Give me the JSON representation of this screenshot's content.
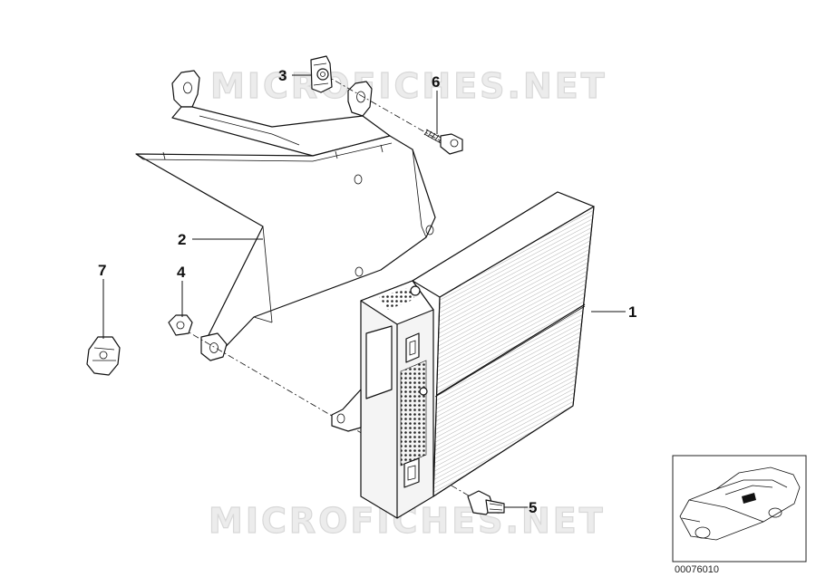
{
  "watermark": {
    "top": "MICROFICHES.NET",
    "bottom": "MICROFICHES.NET"
  },
  "callouts": {
    "p1": "1",
    "p2": "2",
    "p3": "3",
    "p4": "4",
    "p5": "5",
    "p6": "6",
    "p7": "7"
  },
  "thumbnail": {
    "reference": "00076010"
  }
}
